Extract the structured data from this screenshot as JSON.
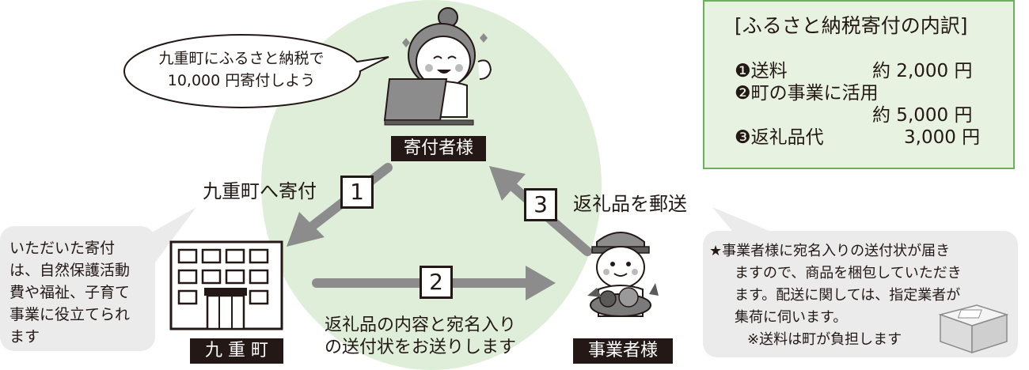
{
  "donor": {
    "speech_line1": "九重町にふるさと納税で",
    "speech_line2": "10,000 円寄付しよう",
    "label": "寄付者様"
  },
  "town": {
    "label": "九 重 町"
  },
  "business": {
    "label": "事業者様"
  },
  "steps": [
    {
      "number": "1",
      "text": "九重町へ寄付"
    },
    {
      "number": "2",
      "text_line1": "返礼品の内容と宛名入り",
      "text_line2": "の送付状をお送りします"
    },
    {
      "number": "3",
      "text": "返礼品を郵送"
    }
  ],
  "town_note": {
    "lines": [
      "いただいた寄付",
      "は、自然保護活動",
      "費や福祉、子育て",
      "事業に役立てられ",
      "ます"
    ]
  },
  "business_note": {
    "lines": [
      "★事業者様に宛名入りの送付状が届き",
      "ますので、商品を梱包していただき",
      "ます。配送に関しては、指定業者が",
      "集荷に伺います。",
      "※送料は町が負担します"
    ]
  },
  "breakdown": {
    "title": "[ふるさと納税寄付の内訳]",
    "item1_label": "❶送料",
    "item1_amount": "約 2,000 円",
    "item2_label": "❷町の事業に活用",
    "item2_amount": "約 5,000 円",
    "item3_label": "❸返礼品代",
    "item3_amount": "3,000 円"
  },
  "colors": {
    "circle": "#dfeed8",
    "arrow": "#8c8c8c",
    "breakdown_border": "#6bb05a",
    "breakdown_bg": "#e8f2e0",
    "note_bg": "#ebebeb",
    "label_bg": "#231815"
  }
}
